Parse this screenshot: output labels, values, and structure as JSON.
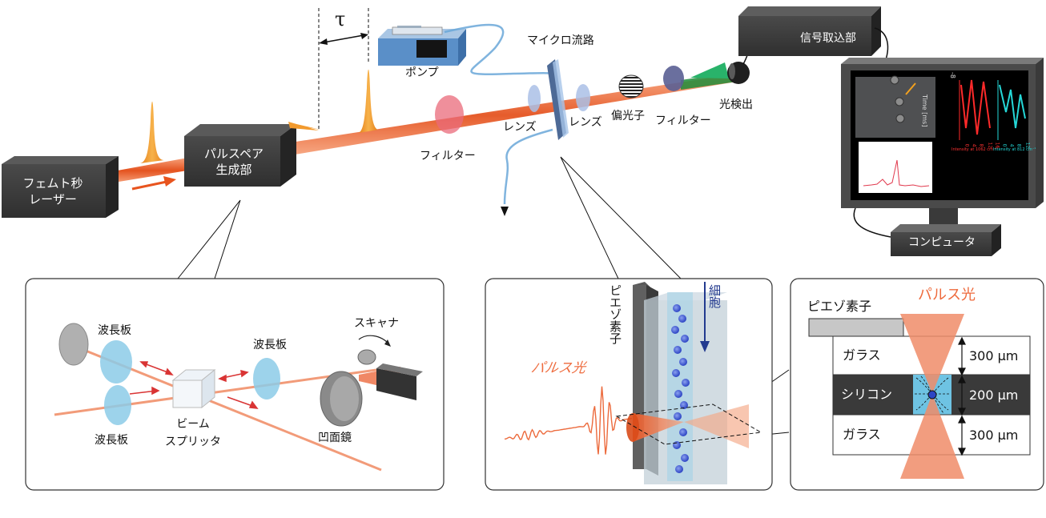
{
  "colors": {
    "beam": "#e8541e",
    "pulse": "#f29a2e",
    "box": "#3a3a3a",
    "panel_border": "#333333",
    "accent_orange": "#ee6a3c",
    "navy": "#233a8f",
    "glass": "#ffffff",
    "silicon": "#333333",
    "channel": "#6ec3e3"
  },
  "setup": {
    "laser_label": "フェムト秒\nレーザー",
    "pulse_shaper_label": "パルスペア\n生成部",
    "tau_label": "τ",
    "pump_label": "ポンプ",
    "microchannel_label": "マイクロ流路",
    "filter_label": "フィルター",
    "lens_left_label": "レンズ",
    "lens_right_label": "レンズ",
    "polarizer_label": "偏光子",
    "filter2_label": "フィルター",
    "detector_label": "光検出",
    "signal_label": "信号取込部",
    "computer_label": "コンピュータ",
    "monitor": {
      "time_label": "Time [ms]",
      "tick_neg": "-8",
      "tick_right": [
        "0",
        "4",
        "8",
        "12"
      ],
      "red_axis": [
        "0",
        "4",
        "8",
        "12",
        "16"
      ],
      "legend_red": "Intensity at 1062 cm⁻¹",
      "legend_cyan": "Intensity at 812 cm⁻¹"
    }
  },
  "inset_shaper": {
    "waveplate_top": "波長板",
    "waveplate_bottom": "波長板",
    "waveplate_right": "波長板",
    "beamsplitter": "ビーム\nスプリッタ",
    "scanner": "スキャナ",
    "concave_mirror": "凹面鏡"
  },
  "inset_channel": {
    "piezo": "ピエゾ素子",
    "cells": "細胞",
    "pulse_light": "パルス光"
  },
  "inset_cross": {
    "piezo": "ピエゾ素子",
    "pulse_light": "パルス光",
    "glass_top": "ガラス",
    "silicon": "シリコン",
    "glass_bottom": "ガラス",
    "thick_top": "300 μm",
    "thick_mid": "200 μm",
    "thick_bottom": "300 μm"
  }
}
